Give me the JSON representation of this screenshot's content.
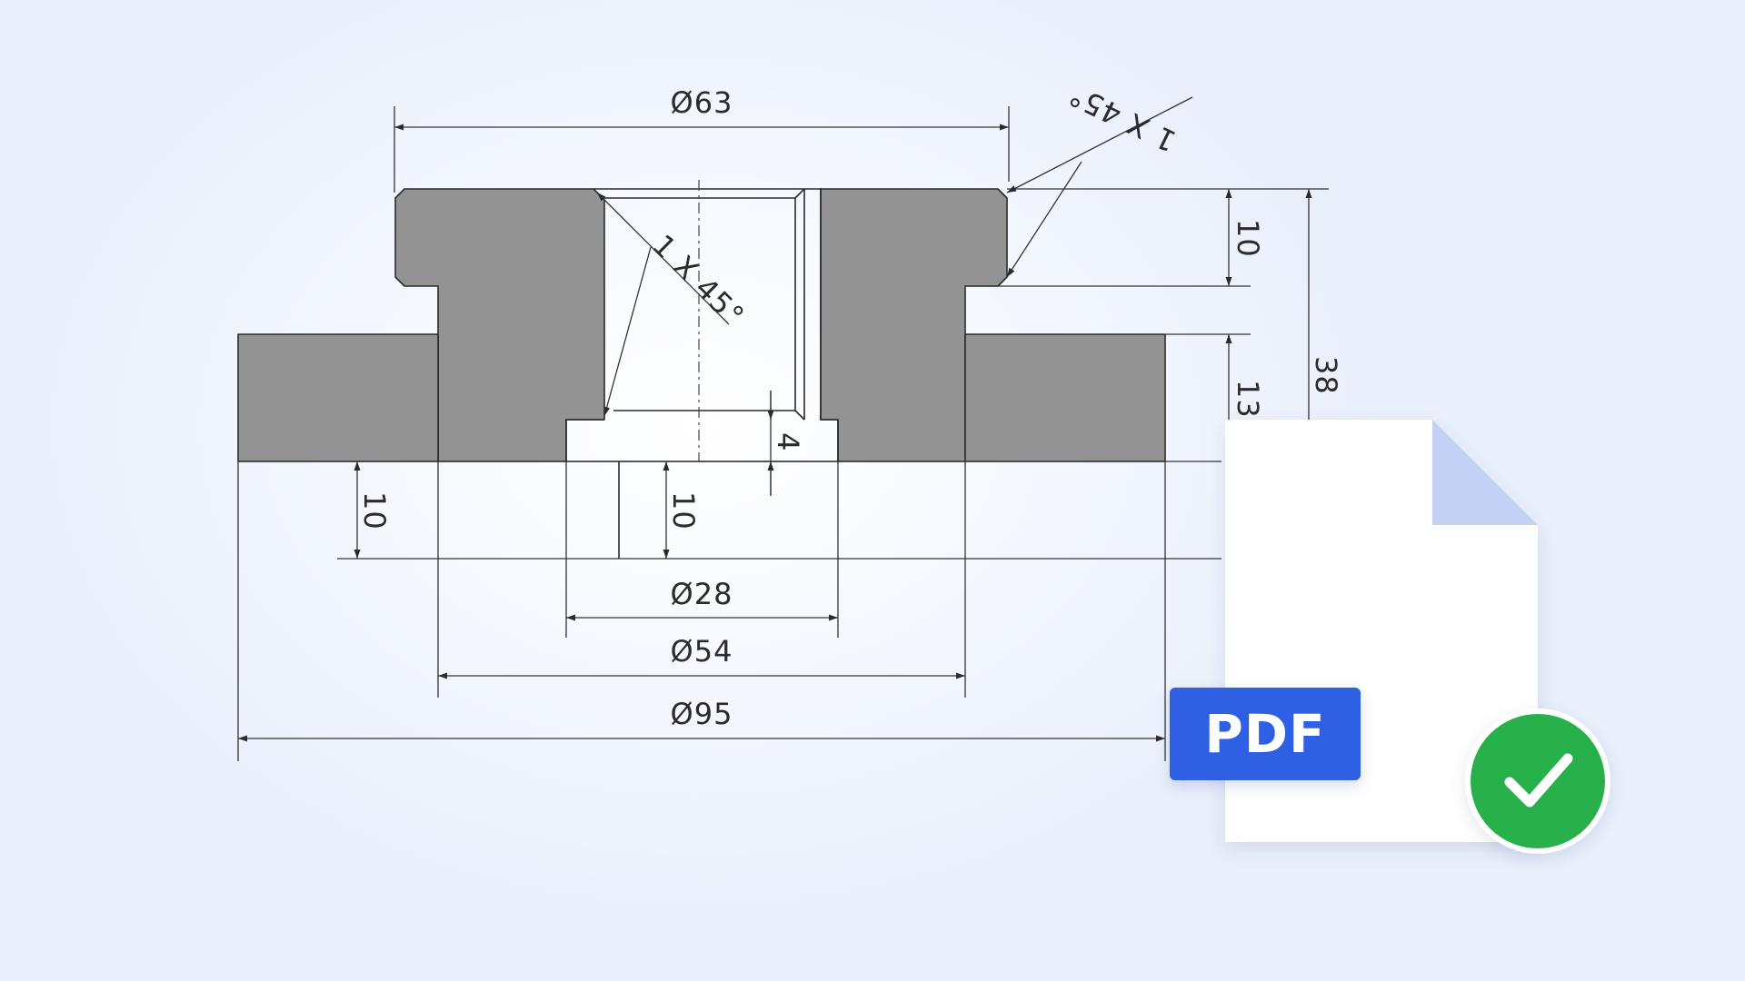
{
  "drawing": {
    "dims": {
      "d63": "Ø63",
      "chamfer_outer": "1 X 45°",
      "chamfer_inner": "1 X 45°",
      "h10_top": "10",
      "h13": "13",
      "h38": "38",
      "h4": "4",
      "h10_left": "10",
      "h10_center": "10",
      "d28": "Ø28",
      "d54": "Ø54",
      "d95": "Ø95"
    }
  },
  "file_card": {
    "badge_label": "PDF",
    "status_icon": "checkmark-icon",
    "colors": {
      "badge": "#2f5fe3",
      "check": "#28b04a",
      "fold": "#c3d2f4"
    }
  }
}
